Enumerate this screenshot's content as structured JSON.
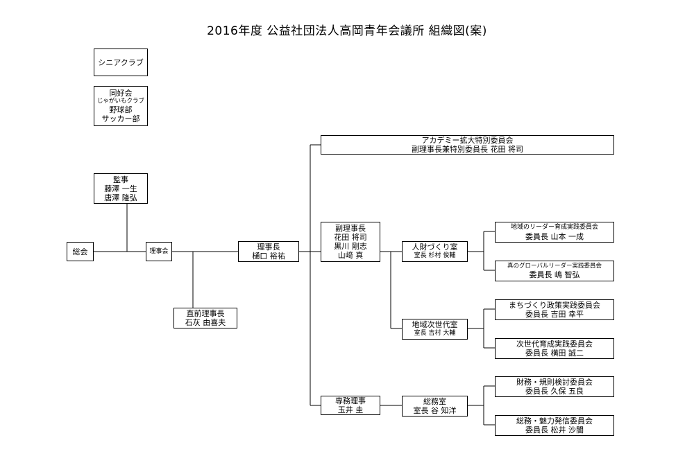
{
  "title": "2016年度  公益社団法人高岡青年会議所  組織図(案)",
  "senior": {
    "label": "シニアクラブ"
  },
  "hobby": {
    "label": "同好会",
    "items": [
      "じゃがいもクラブ",
      "野球部",
      "サッカー部"
    ]
  },
  "auditor": {
    "label": "監事",
    "members": [
      "藤澤  一生",
      "唐澤  隆弘"
    ]
  },
  "general_assembly": {
    "label": "総会"
  },
  "board": {
    "label": "理事会"
  },
  "past_president": {
    "label": "直前理事長",
    "name": "石灰  由喜夫"
  },
  "president": {
    "label": "理事長",
    "name": "樋口  裕祐"
  },
  "academy": {
    "label": "アカデミー拡大特別委員会",
    "role": "副理事長兼特別委員長    花田  将司"
  },
  "vice_presidents": {
    "label": "副理事長",
    "members": [
      "花田  将司",
      "黒川  剛志",
      "山﨑  真"
    ]
  },
  "executive_director": {
    "label": "専務理事",
    "name": "玉井  圭"
  },
  "rooms": [
    {
      "label": "人財づくり室",
      "head": "室長  杉村  俊輔"
    },
    {
      "label": "地域次世代室",
      "head": "室長  吉村  大輔"
    },
    {
      "label": "総務室",
      "head": "室長  谷  知洋"
    }
  ],
  "committees": [
    {
      "label": "地域のリーダー育成実践委員会",
      "chair": "委員長  山本  一成"
    },
    {
      "label": "真のグローバルリーダー実践委員会",
      "chair": "委員長  嶋  智弘"
    },
    {
      "label": "まちづくり政策実践委員会",
      "chair": "委員長  吉田  幸平"
    },
    {
      "label": "次世代育成実践委員会",
      "chair": "委員長  横田  誠二"
    },
    {
      "label": "財務・規則検討委員会",
      "chair": "委員長  久保  五良"
    },
    {
      "label": "総務・魅力発信委員会",
      "chair": "委員長  松井  沙闇"
    }
  ]
}
